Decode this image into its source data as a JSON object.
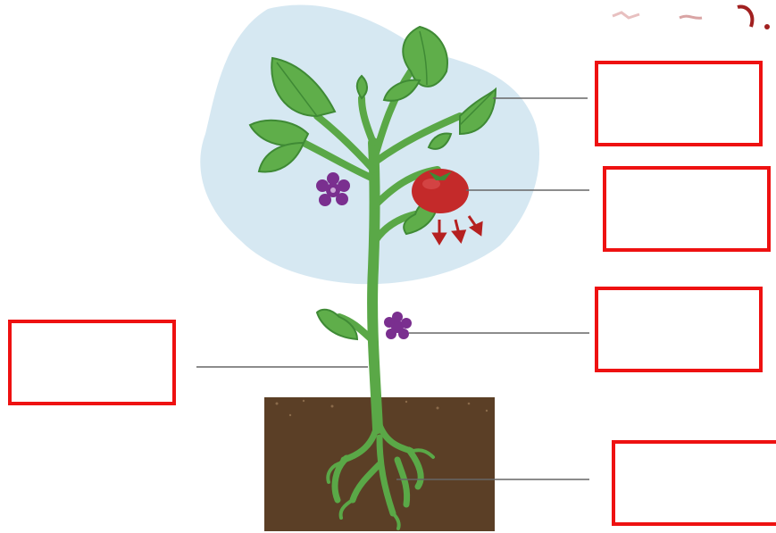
{
  "colors": {
    "sky": "#cde3ef",
    "leaf": "#5fae4a",
    "leaf_dark": "#3f8a35",
    "stem": "#5aa847",
    "flower": "#7a2f8f",
    "fruit": "#c42a2a",
    "arrow": "#b52020",
    "soil": "#5b3f26",
    "box_border": "#ee1111",
    "leader": "#666666"
  },
  "labels": [
    {
      "part": "leaf",
      "text": ""
    },
    {
      "part": "fruit",
      "text": ""
    },
    {
      "part": "flower",
      "text": ""
    },
    {
      "part": "stem",
      "text": ""
    },
    {
      "part": "root",
      "text": ""
    }
  ]
}
